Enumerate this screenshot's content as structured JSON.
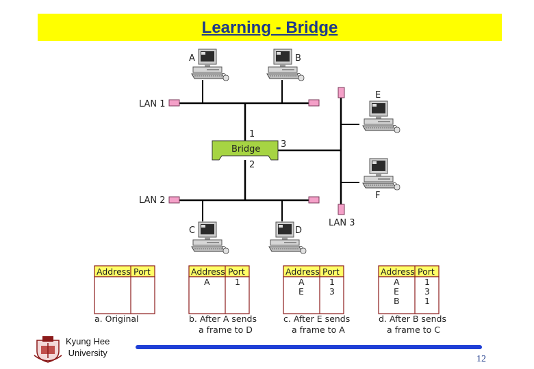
{
  "title": "Learning - Bridge",
  "nodes": {
    "a": "A",
    "b": "B",
    "c": "C",
    "d": "D",
    "e": "E",
    "f": "F"
  },
  "lans": {
    "lan1": "LAN 1",
    "lan2": "LAN 2",
    "lan3": "LAN 3"
  },
  "bridge": {
    "label": "Bridge",
    "port1": "1",
    "port2": "2",
    "port3": "3"
  },
  "tables": [
    {
      "header": [
        "Address",
        "Port"
      ],
      "rows": [],
      "caption": [
        "a. Original"
      ]
    },
    {
      "header": [
        "Address",
        "Port"
      ],
      "rows": [
        [
          "A",
          "1"
        ]
      ],
      "caption": [
        "b. After A sends",
        "a frame to D"
      ]
    },
    {
      "header": [
        "Address",
        "Port"
      ],
      "rows": [
        [
          "A",
          "1"
        ],
        [
          "E",
          "3"
        ]
      ],
      "caption": [
        "c. After E sends",
        "a frame to A"
      ]
    },
    {
      "header": [
        "Address",
        "Port"
      ],
      "rows": [
        [
          "A",
          "1"
        ],
        [
          "E",
          "3"
        ],
        [
          "B",
          "1"
        ]
      ],
      "caption": [
        "d. After B sends",
        "a frame to C"
      ]
    }
  ],
  "footer": {
    "university_line1": "Kyung Hee",
    "university_line2": "University",
    "page": "12"
  },
  "colors": {
    "title_bg": "#ffff00",
    "title_text": "#1e3a8a",
    "table_header": "#ffff66",
    "table_border": "#8b1a1a",
    "bridge": "#a6d443",
    "terminator": "#f4a0c8",
    "footer_bar": "#1f3fd6"
  }
}
